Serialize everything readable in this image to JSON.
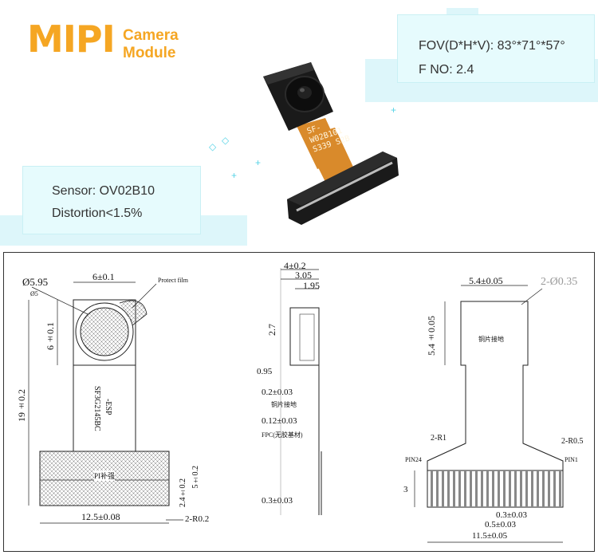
{
  "header": {
    "brand": "MIPI",
    "subtitle_line1": "Camera",
    "subtitle_line2": "Module"
  },
  "spec_panel_right": {
    "fov": "FOV(D*H*V): 83°*71°*57°",
    "f_no": "F NO: 2.4"
  },
  "spec_panel_left": {
    "sensor": "Sensor: OV02B10",
    "distortion": "Distortion<1.5%"
  },
  "product_photo": {
    "fpc_text": [
      "SF-",
      "W02B101",
      "S339 S2B"
    ]
  },
  "front_view": {
    "dia_outer": "Ø5.95",
    "dia_inner": "Ø5",
    "top_width": "6±0.1",
    "protect_film": "Protect film",
    "lens_height": "6±0.1",
    "total_height": "19±0.2",
    "part_number_line1": "SF3G2145BC",
    "part_number_line2": "-ESP",
    "stiffener": "PI补强",
    "stiffener_h1": "2.4±0.2",
    "stiffener_h2": "5±0.2",
    "bottom_width": "12.5±0.08",
    "corner_radius": "2-R0.2"
  },
  "side_view": {
    "dim_4": "4±0.2",
    "dim_305": "3.05",
    "dim_195": "1.95",
    "dim_27": "2.7",
    "dim_095": "0.95",
    "dim_02": "0.2±0.03",
    "copper_ground": "铜片接地",
    "dim_012": "0.12±0.03",
    "fpc_note": "FPC(无胶基材)",
    "dim_03": "0.3±0.03"
  },
  "back_view": {
    "pad_width": "5.4±0.05",
    "holes": "2-Ø0.35",
    "pad_height": "5.4±0.05",
    "copper_ground": "铜片接地",
    "r1": "2-R1",
    "r05": "2-R0.5",
    "pin24": "PIN24",
    "pin1": "PIN1",
    "dim_3": "3",
    "pitch_03": "0.3±0.03",
    "pitch_05": "0.5±0.03",
    "span": "11.5±0.05"
  },
  "colors": {
    "brand_orange": "#f5a623",
    "panel_cyan": "#e6fbfd",
    "fpc_orange": "#d98a2b"
  }
}
